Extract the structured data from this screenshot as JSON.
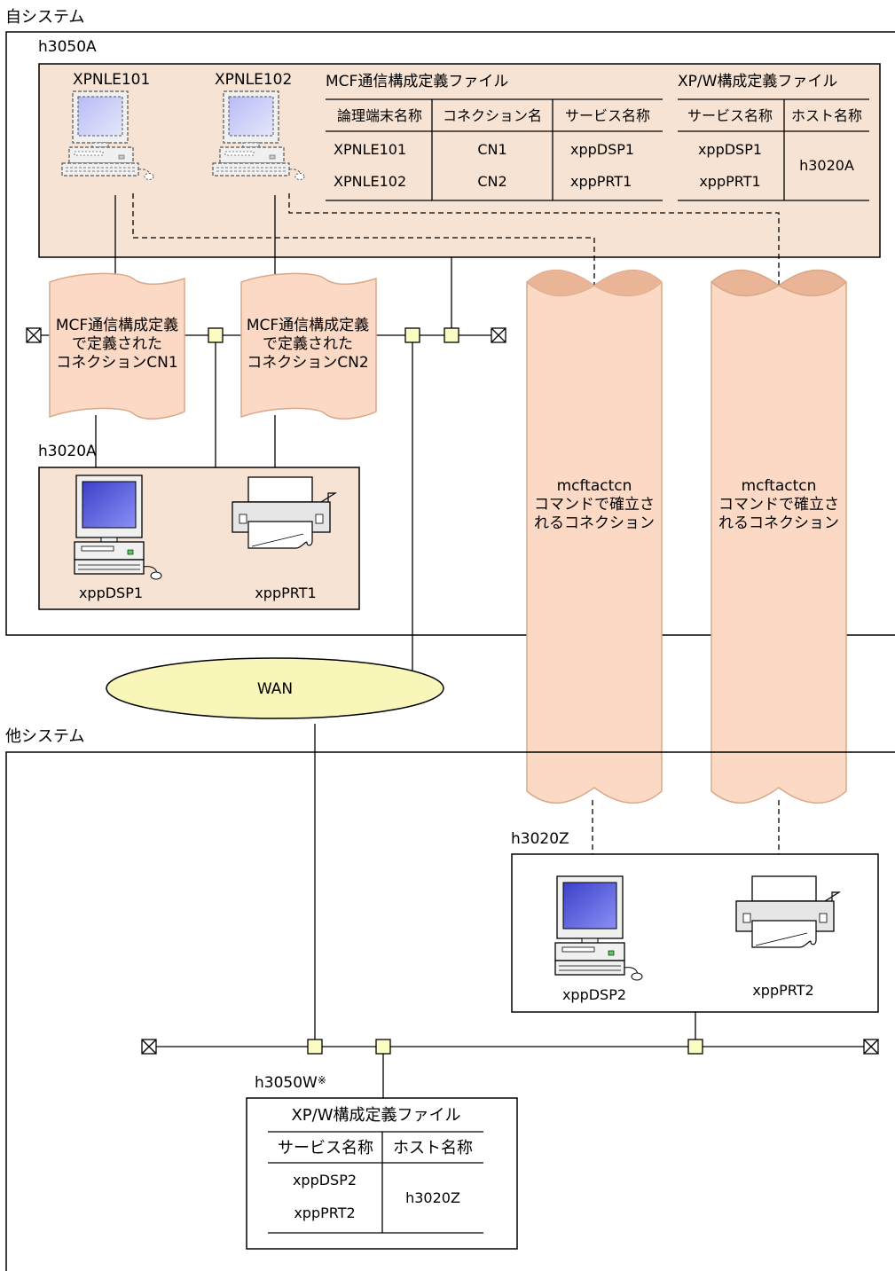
{
  "colors": {
    "panel": "#f7e3d3",
    "tube": "#fbd9c5",
    "tube_edge": "#d9a889",
    "node": "#fbfbc4",
    "wan": "#f8f6b8",
    "screen": "#5b62e8"
  },
  "own_system": {
    "label": "自システム",
    "host_label": "h3050A",
    "terminals": [
      "XPNLE101",
      "XPNLE102"
    ],
    "mcf_table": {
      "title": "MCF通信構成定義ファイル",
      "headers": [
        "論理端末名称",
        "コネクション名",
        "サービス名称"
      ],
      "rows": [
        [
          "XPNLE101",
          "CN1",
          "xppDSP1"
        ],
        [
          "XPNLE102",
          "CN2",
          "xppPRT1"
        ]
      ]
    },
    "xpw_table": {
      "title": "XP/W構成定義ファイル",
      "headers": [
        "サービス名称",
        "ホスト名称"
      ],
      "services": [
        "xppDSP1",
        "xppPRT1"
      ],
      "host": "h3020A"
    },
    "cn1_tube": [
      "MCF通信構成定義",
      "で定義された",
      "コネクションCN1"
    ],
    "cn2_tube": [
      "MCF通信構成定義",
      "で定義された",
      "コネクションCN2"
    ],
    "h3020a": {
      "label": "h3020A",
      "display": "xppDSP1",
      "printer": "xppPRT1"
    }
  },
  "mcftactcn_tubes": [
    [
      "mcftactcn",
      "コマンドで確立さ",
      "れるコネクション"
    ],
    [
      "mcftactcn",
      "コマンドで確立さ",
      "れるコネクション"
    ]
  ],
  "wan": {
    "label": "WAN"
  },
  "other_system": {
    "label": "他システム",
    "h3020z": {
      "label": "h3020Z",
      "display": "xppDSP2",
      "printer": "xppPRT2"
    },
    "h3050w": {
      "label": "h3050W",
      "note_mark": "※",
      "table": {
        "title": "XP/W構成定義ファイル",
        "headers": [
          "サービス名称",
          "ホスト名称"
        ],
        "services": [
          "xppDSP2",
          "xppPRT2"
        ],
        "host": "h3020Z"
      }
    }
  }
}
